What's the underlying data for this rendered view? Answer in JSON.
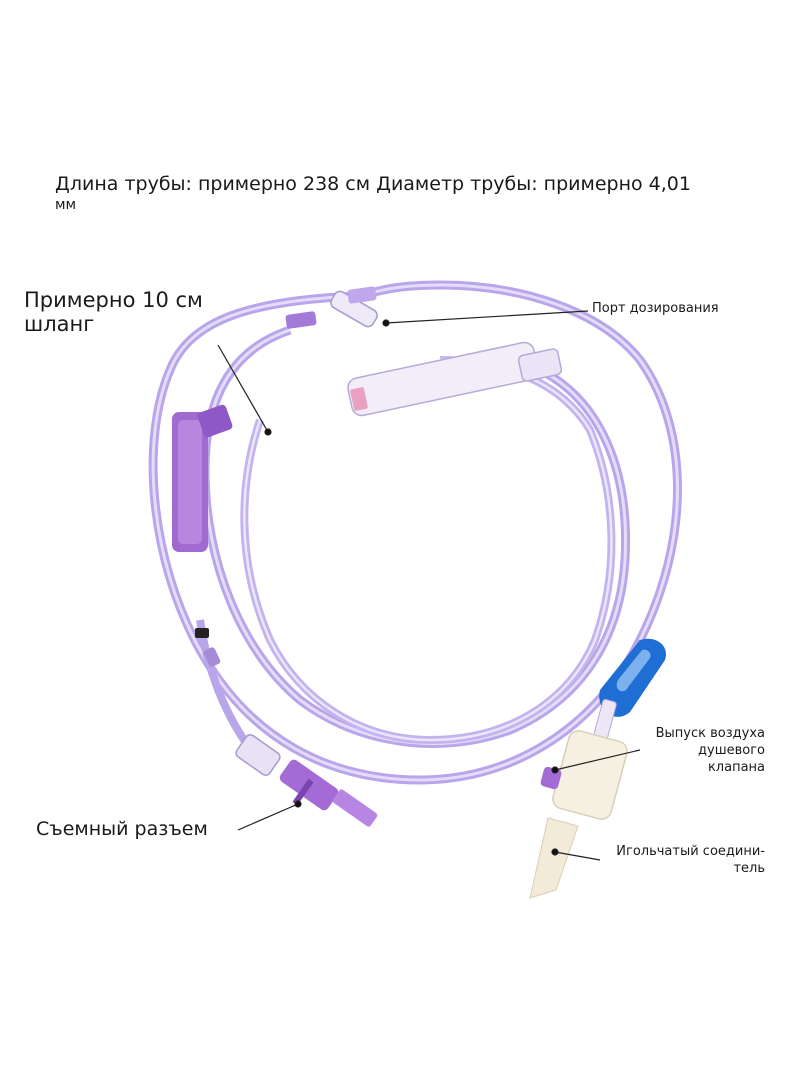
{
  "header": {
    "spec_line1": "Длина трубы: примерно 238 см Диаметр трубы: примерно 4,01",
    "spec_line2": "мм"
  },
  "labels": {
    "hose_line1": "Примерно 10 см",
    "hose_line2": "шланг",
    "dosing_port": "Порт дозирования",
    "air_line1": "Выпуск воздуха",
    "air_line2": "душевого",
    "air_line3": "клапана",
    "needle_line1": "Игольчатый соедини-",
    "needle_line2": "тель",
    "detachable": "Съемный разъем"
  },
  "colors": {
    "tube": "#b9a6ea",
    "tube_edge": "#8d74d6",
    "clamp_purple": "#9b5bd0",
    "blue_clamp": "#1f6ed4",
    "connector_purple": "#a46ad6"
  }
}
